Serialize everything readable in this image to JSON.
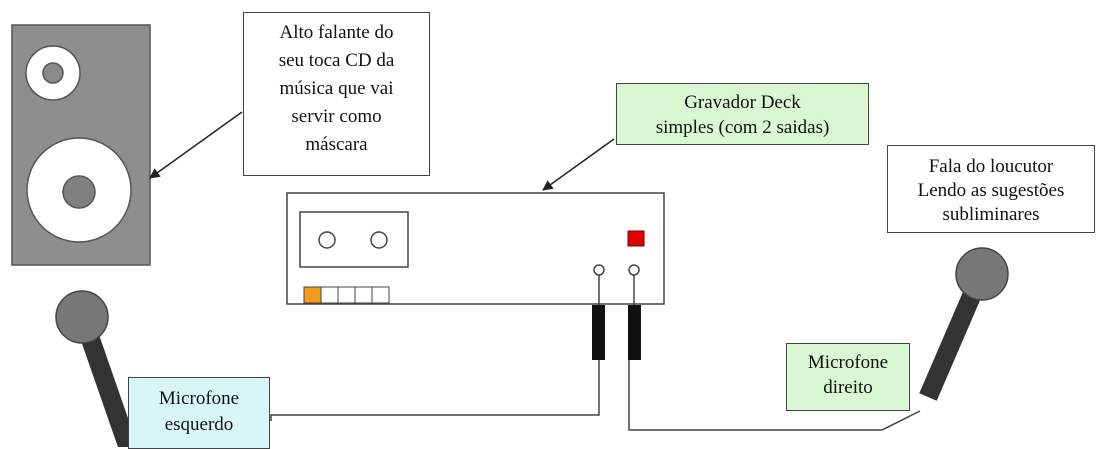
{
  "colors": {
    "speaker_cabinet": "#8e8e8e",
    "speaker_cone": "#808080",
    "microphone_head": "#777777",
    "microphone_handle": "#333333",
    "deck_record_button": "#dd0000",
    "deck_orange_key": "#f49a1c",
    "deck_label_fill": "#d9f7d2",
    "mic_left_label_fill": "#d8f6f8",
    "mic_right_label_fill": "#d9f7d2"
  },
  "labels": {
    "speaker": [
      "Alto falante do",
      "seu toca CD da",
      "música que vai",
      "servir como",
      "máscara"
    ],
    "deck": [
      "Gravador Deck",
      "simples (com 2 saidas)"
    ],
    "announcer": [
      "Fala do loucutor",
      "Lendo as sugestões",
      "subliminares"
    ],
    "mic_left": [
      "Microfone",
      "esquerdo"
    ],
    "mic_right": [
      "Microfone",
      "direito"
    ]
  }
}
